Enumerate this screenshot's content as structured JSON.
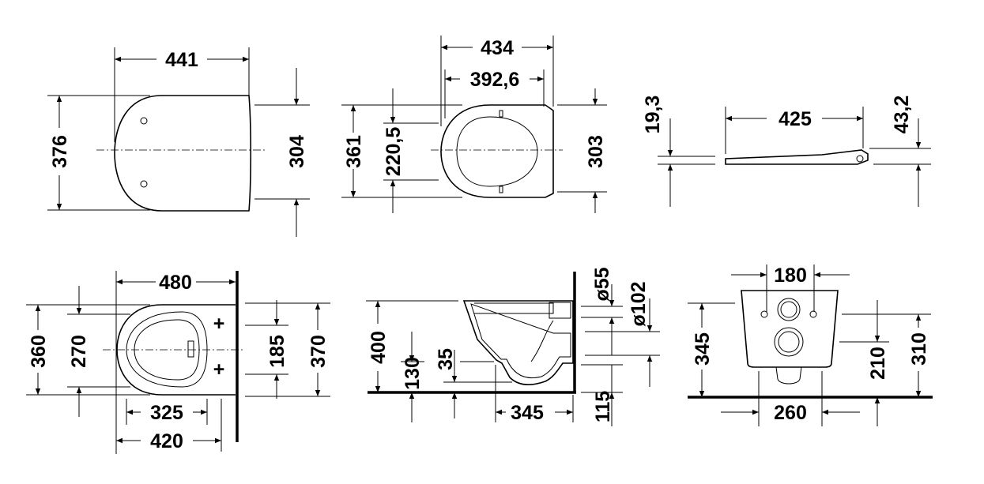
{
  "views": {
    "seat_top": {
      "width": "441",
      "depth": "376",
      "inner_depth": "304"
    },
    "seat_ring": {
      "width": "434",
      "inner_width": "392,6",
      "depth": "361",
      "hinge_offset": "220,5",
      "inner_depth": "303"
    },
    "seat_side": {
      "thickness": "19,3",
      "length": "425",
      "height": "43,2"
    },
    "bowl_top": {
      "width": "480",
      "depth": "360",
      "inner_depth": "270",
      "fixing_spacing": "185",
      "depth_wall": "370",
      "fixing_offset": "325",
      "length": "420"
    },
    "bowl_side": {
      "height": "400",
      "outlet_height": "130",
      "outlet_offset": "35",
      "inlet_diameter": "ø55",
      "outlet_diameter": "ø102",
      "projection": "345",
      "drain_height": "115"
    },
    "bowl_front": {
      "fixing_spacing": "180",
      "height": "345",
      "axis_height": "210",
      "top_height": "310",
      "width": "260"
    }
  },
  "colors": {
    "line": "#000000",
    "background": "#ffffff"
  }
}
